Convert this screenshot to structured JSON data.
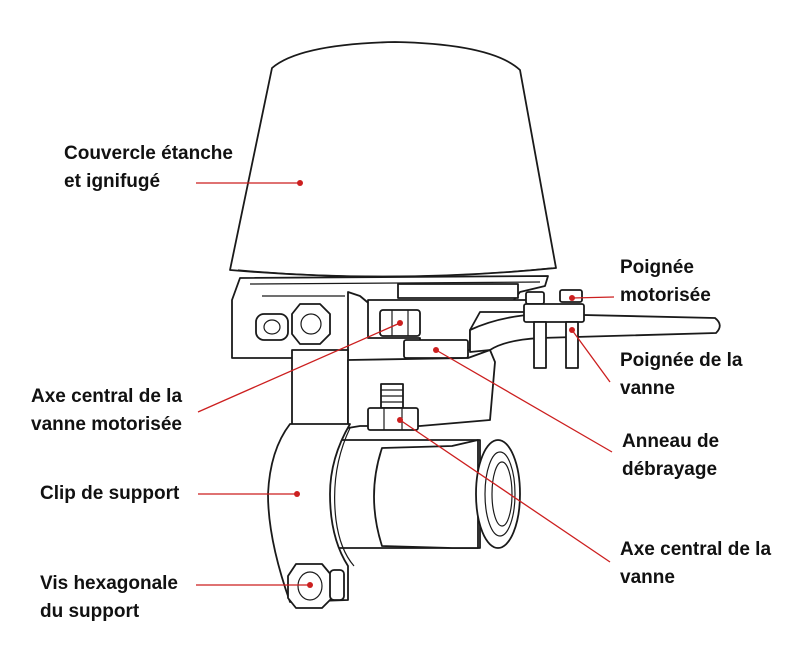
{
  "diagram": {
    "leader_color": "#cc1f1f",
    "labels": {
      "cover": [
        "Couvercle étanche",
        "et ignifugé"
      ],
      "motor_handle": [
        "Poignée",
        "motorisée"
      ],
      "valve_handle": [
        "Poignée de la",
        "vanne"
      ],
      "motor_axis": [
        "Axe central de la",
        "vanne motorisée"
      ],
      "clutch_ring": [
        "Anneau de",
        "débrayage"
      ],
      "support_clip": [
        "Clip de support"
      ],
      "valve_axis": [
        "Axe central de la",
        "vanne"
      ],
      "hex_screw": [
        "Vis hexagonale",
        "du support"
      ]
    }
  }
}
